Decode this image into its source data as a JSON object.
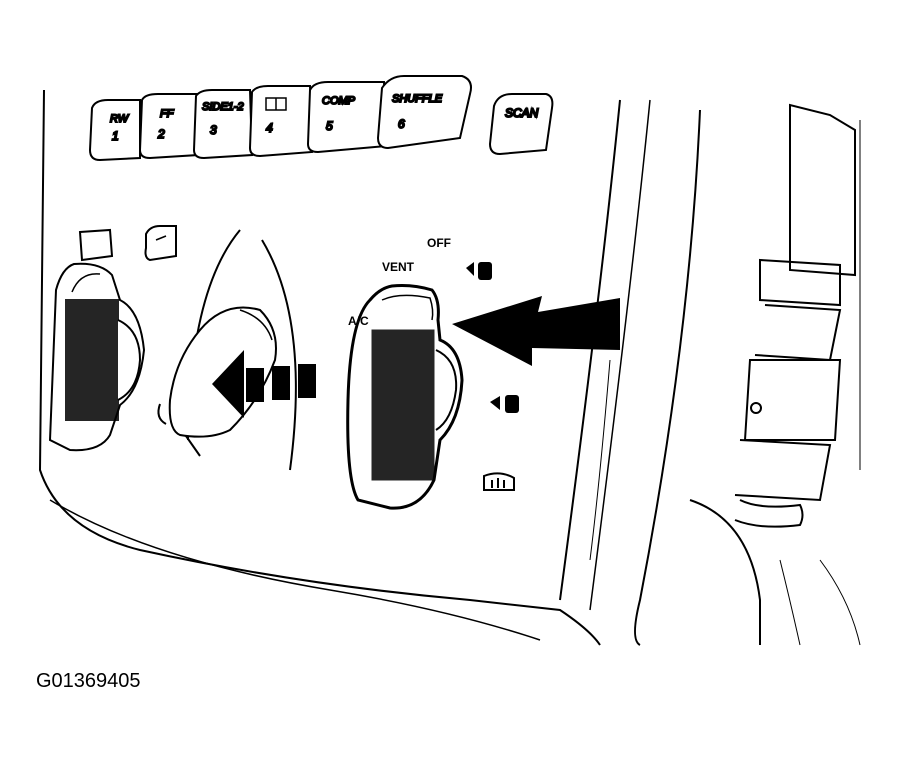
{
  "radio_buttons": [
    {
      "label": "RW",
      "num": "1"
    },
    {
      "label": "FF",
      "num": "2"
    },
    {
      "label": "SIDE1-2",
      "num": "3"
    },
    {
      "label": "",
      "num": "4",
      "icon": "dolby-icon"
    },
    {
      "label": "COMP",
      "num": "5"
    },
    {
      "label": "SHUFFLE",
      "num": "6"
    }
  ],
  "scan_label": "SCAN",
  "mode_labels": {
    "off": "OFF",
    "vent": "VENT",
    "ac": "A/C"
  },
  "icons": [
    "recirculate-icon",
    "panel-vent-icon",
    "floor-vent-icon",
    "defrost-icon",
    "arrow-icon"
  ],
  "figure_id": "G01369405"
}
